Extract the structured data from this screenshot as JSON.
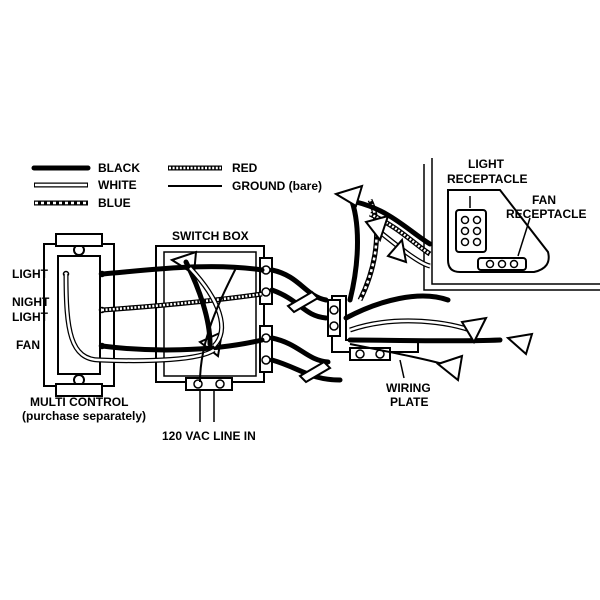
{
  "legend": {
    "black": "BLACK",
    "white": "WHITE",
    "blue": "BLUE",
    "red": "RED",
    "ground": "GROUND (bare)"
  },
  "labels": {
    "switch_box": "SWITCH BOX",
    "light": "LIGHT",
    "night_line1": "NIGHT",
    "night_line2": "LIGHT",
    "fan": "FAN",
    "multi_control_line1": "MULTI CONTROL",
    "multi_control_line2": "(purchase separately)",
    "line_in": "120 VAC LINE IN",
    "wiring_plate_line1": "WIRING",
    "wiring_plate_line2": "PLATE",
    "light_receptacle_line1": "LIGHT",
    "light_receptacle_line2": "RECEPTACLE",
    "fan_receptacle_line1": "FAN",
    "fan_receptacle_line2": "RECEPTACLE"
  },
  "colors": {
    "ink": "#000000",
    "paper": "#ffffff"
  }
}
